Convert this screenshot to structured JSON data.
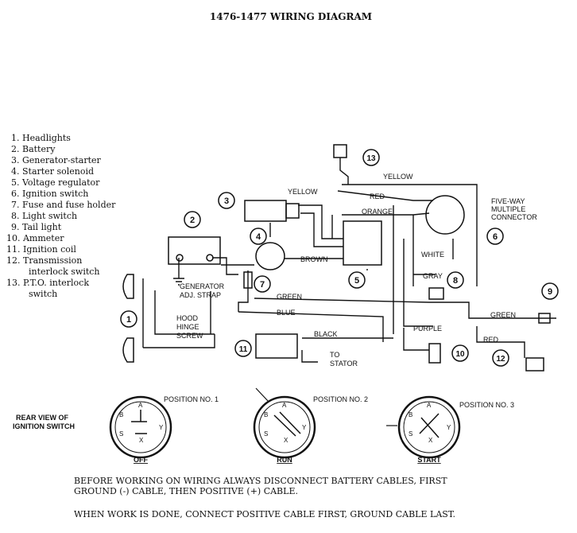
{
  "title": "1476-1477 WIRING DIAGRAM",
  "legend": [
    "1.  Headlights",
    "2.  Battery",
    "3.  Generator-starter",
    "4.  Starter solenoid",
    "5.  Voltage regulator",
    "6.  Ignition switch",
    "7.  Fuse and fuse holder",
    "8.  Light switch",
    "9.  Tail light",
    "10.  Ammeter",
    "11.  Ignition coil",
    "12.  Transmission",
    "interlock switch",
    "13.  P.T.O. interlock",
    "switch"
  ],
  "callouts": [
    "1",
    "2",
    "3",
    "4",
    "5",
    "6",
    "7",
    "8",
    "9",
    "10",
    "11",
    "12",
    "13"
  ],
  "wire_labels": {
    "yellow_top": "YELLOW",
    "yellow_left": "YELLOW",
    "red_top": "RED",
    "orange": "ORANGE",
    "brown": "BROWN",
    "white": "WHITE",
    "gray": "GRAY",
    "green_mid": "GREEN",
    "blue": "BLUE",
    "black": "BLACK",
    "purple": "PURPLE",
    "green_right": "GREEN",
    "red_right": "RED",
    "to": "TO",
    "stator": "STATOR"
  },
  "notes": {
    "generator_strap_1": "GENERATOR",
    "generator_strap_2": "ADJ. STRAP",
    "hood_1": "HOOD",
    "hood_2": "HINGE",
    "hood_3": "SCREW",
    "five_way_1": "FIVE-WAY",
    "five_way_2": "MULTIPLE",
    "five_way_3": "CONNECTOR"
  },
  "ignition": {
    "rear_view_1": "REAR VIEW OF",
    "rear_view_2": "IGNITION SWITCH",
    "positions": [
      {
        "label": "POSITION NO. 1",
        "name": "OFF"
      },
      {
        "label": "POSITION NO. 2",
        "name": "RUN"
      },
      {
        "label": "POSITION NO. 3",
        "name": "START"
      }
    ],
    "terminals": [
      "A",
      "B",
      "Y",
      "S",
      "X"
    ]
  },
  "warnings": [
    "BEFORE WORKING ON WIRING ALWAYS DISCONNECT BATTERY CABLES, FIRST",
    "GROUND (-) CABLE, THEN POSITIVE (+) CABLE.",
    "WHEN WORK IS DONE, CONNECT POSITIVE CABLE FIRST, GROUND CABLE LAST."
  ]
}
